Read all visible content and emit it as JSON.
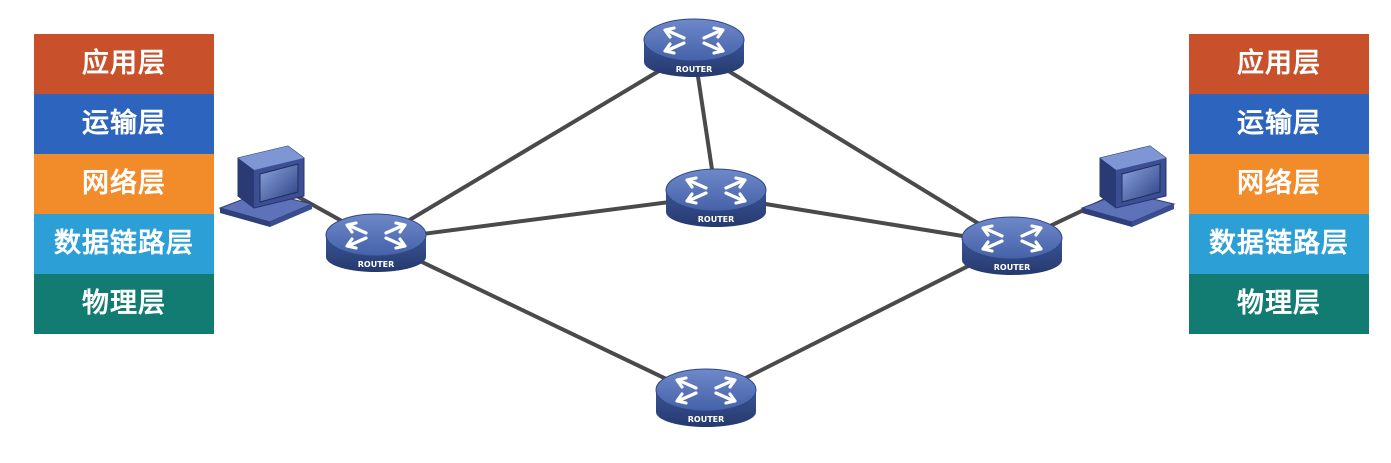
{
  "left_stack": {
    "layers": [
      "应用层",
      "运输层",
      "网络层",
      "数据链路层",
      "物理层"
    ]
  },
  "right_stack": {
    "layers": [
      "应用层",
      "运输层",
      "网络层",
      "数据链路层",
      "物理层"
    ]
  },
  "router_label": "ROUTER",
  "colors": {
    "application": "#c8502a",
    "transport": "#2d64bd",
    "network": "#f28c2a",
    "data_link": "#2b9fd6",
    "physical": "#127c73",
    "router": "#3d5a9e",
    "link": "#4a4a4a"
  }
}
